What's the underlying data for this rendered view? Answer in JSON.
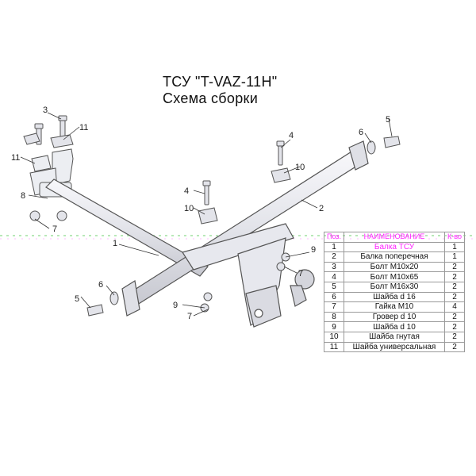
{
  "title": {
    "line1": "ТСУ \"T-VAZ-11H\"",
    "line2": "Схема сборки"
  },
  "callouts": [
    "3",
    "11",
    "11",
    "8",
    "7",
    "4",
    "10",
    "2",
    "6",
    "5",
    "1",
    "9",
    "7",
    "6",
    "5",
    "9",
    "7",
    "10"
  ],
  "table": {
    "headers": {
      "num": "Поз.",
      "name": "НАИМЕНОВАНИЕ",
      "qty": "К-во"
    },
    "rows": [
      {
        "num": "1",
        "name": "Балка ТСУ",
        "qty": "1"
      },
      {
        "num": "2",
        "name": "Балка поперечная",
        "qty": "1"
      },
      {
        "num": "3",
        "name": "Болт М10х20",
        "qty": "2"
      },
      {
        "num": "4",
        "name": "Болт М10х65",
        "qty": "2"
      },
      {
        "num": "5",
        "name": "Болт М16х30",
        "qty": "2"
      },
      {
        "num": "6",
        "name": "Шайба d 16",
        "qty": "2"
      },
      {
        "num": "7",
        "name": "Гайка  М10",
        "qty": "4"
      },
      {
        "num": "8",
        "name": "Гровер d 10",
        "qty": "2"
      },
      {
        "num": "9",
        "name": "Шайба d 10",
        "qty": "2"
      },
      {
        "num": "10",
        "name": "Шайба гнутая",
        "qty": "2"
      },
      {
        "num": "11",
        "name": "Шайба универсальная",
        "qty": "2"
      }
    ]
  },
  "colors": {
    "header_text": "#ff22ff",
    "watermark": "#7fd77f",
    "metal": "#e9eaf0",
    "outline": "#555555"
  }
}
